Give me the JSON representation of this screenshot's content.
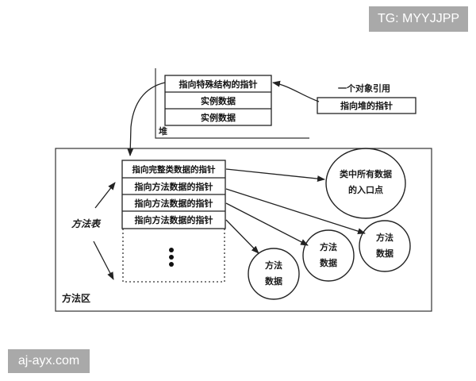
{
  "watermarks": {
    "top_right": "TG: MYYJJPP",
    "bottom_left": "aj-ayx.com"
  },
  "heap": {
    "label": "堆",
    "rows": [
      "指向特殊结构的指针",
      "实例数据",
      "实例数据"
    ]
  },
  "reference": {
    "caption": "一个对象引用",
    "box_label": "指向堆的指针"
  },
  "method_area": {
    "label": "方法区",
    "method_table_label": "方法表",
    "rows": [
      "指向完整类数据的指针",
      "指向方法数据的指针",
      "指向方法数据的指针",
      "指向方法数据的指针"
    ],
    "ellipsis": "⋮",
    "entry_circle": {
      "line1": "类中所有数据",
      "line2": "的入口点"
    },
    "method_data_circles": [
      {
        "line1": "方法",
        "line2": "数据"
      },
      {
        "line1": "方法",
        "line2": "数据"
      },
      {
        "line1": "方法",
        "line2": "数据"
      }
    ]
  },
  "colors": {
    "line": "#222222",
    "watermark_bg": "#a9a9a9",
    "watermark_text": "#ffffff"
  }
}
